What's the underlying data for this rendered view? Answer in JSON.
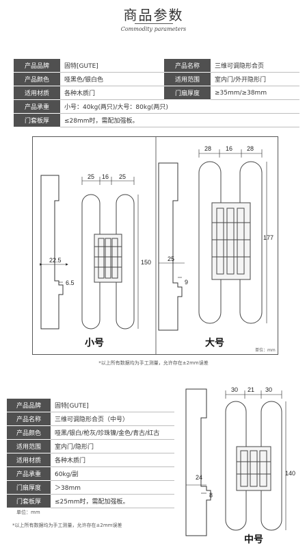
{
  "header": {
    "title": "商品参数",
    "subtitle": "Commodity parameters"
  },
  "spec_table_1": {
    "rows": [
      {
        "label": "产品品牌",
        "value": "固特[GUTE]",
        "label2": "产品名称",
        "value2": "三维可调隐形合页"
      },
      {
        "label": "产品颜色",
        "value": "哑黑色/银白色",
        "label2": "适用范围",
        "value2": "室内门/外开隐形门"
      },
      {
        "label": "适用材质",
        "value": "各种木质门",
        "label2": "门扇厚度",
        "value2": "≥35mm/≥38mm"
      },
      {
        "label": "产品承重",
        "value": "小号：40kg(两只)/大号：80kg(两只)"
      },
      {
        "label": "门套板厚",
        "value": "≤28mm时，需配加强板。"
      }
    ]
  },
  "diagram_small": {
    "name": "小号",
    "dims": {
      "top_left": "25",
      "top_mid": "16",
      "top_right": "25",
      "height": "150",
      "depth": "22.5",
      "offset": "6.5"
    }
  },
  "diagram_large": {
    "name": "大号",
    "dims": {
      "top_left": "28",
      "top_mid": "16",
      "top_right": "28",
      "height": "177",
      "depth": "25",
      "offset": "9"
    }
  },
  "unit_label": "单位：mm",
  "measure_note": "*以上所有数据均为手工测量，允许存在±2mm误差",
  "spec_table_2": {
    "rows": [
      {
        "label": "产品品牌",
        "value": "固特[GUTE]"
      },
      {
        "label": "产品名称",
        "value": "三维可调隐形合页（中号）"
      },
      {
        "label": "产品颜色",
        "value": "哑黑/银白/枪灰/珍珠镍/金色/青古/红古"
      },
      {
        "label": "适用范围",
        "value": "室内门/隐形门"
      },
      {
        "label": "适用材质",
        "value": "各种木质门"
      },
      {
        "label": "产品承重",
        "value": "60kg/副"
      },
      {
        "label": "门扇厚度",
        "value": "＞38mm"
      },
      {
        "label": "门套板厚",
        "value": "≤25mm时，需配加强板。"
      }
    ]
  },
  "unit_label_2": "单位：mm",
  "measure_note_2": "*以上所有数据均为手工测量，允许存在±2mm误差",
  "diagram_medium": {
    "name": "中号",
    "dims": {
      "top_left": "30",
      "top_mid": "21",
      "top_right": "30",
      "height": "140",
      "depth": "24",
      "offset": "8"
    }
  }
}
